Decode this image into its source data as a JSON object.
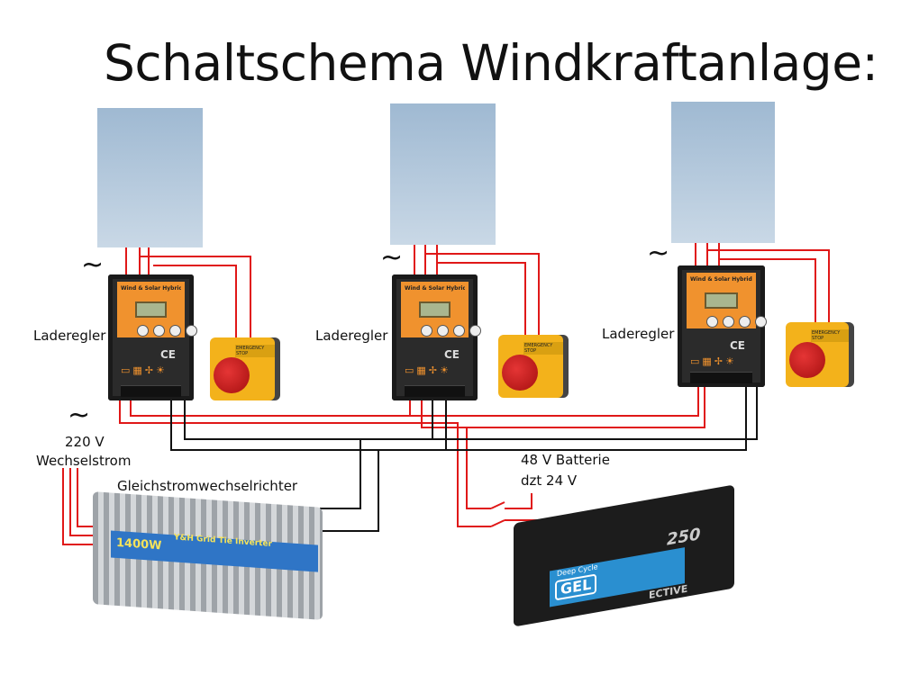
{
  "title": "Schaltschema Windkraftanlage:",
  "ac_symbol": "~",
  "units": [
    {
      "label": "Laderegler",
      "controller_header": "Wind & Solar Hybrid Controller",
      "estop_tag": "EMERGENCY STOP",
      "ce_mark": "CE"
    },
    {
      "label": "Laderegler",
      "controller_header": "Wind & Solar Hybrid Controller",
      "estop_tag": "EMERGENCY STOP",
      "ce_mark": "CE"
    },
    {
      "label": "Laderegler",
      "controller_header": "Wind & Solar Hybrid Controller",
      "estop_tag": "EMERGENCY STOP",
      "ce_mark": "CE"
    }
  ],
  "ac_output": {
    "voltage": "220 V",
    "type": "Wechselstrom"
  },
  "inverter": {
    "label": "Gleichstromwechselrichter",
    "model": "1400W",
    "brand": "Y&H Grid Tie Inverter"
  },
  "battery": {
    "label": "48 V Batterie",
    "note": "dzt 24 V",
    "type_line1": "Deep Cycle",
    "type_line2": "GEL",
    "capacity": "250",
    "brand": "ECTIVE"
  },
  "colors": {
    "wire_positive": "#e01818",
    "wire_negative": "#111111",
    "controller_accent": "#f0922e"
  }
}
